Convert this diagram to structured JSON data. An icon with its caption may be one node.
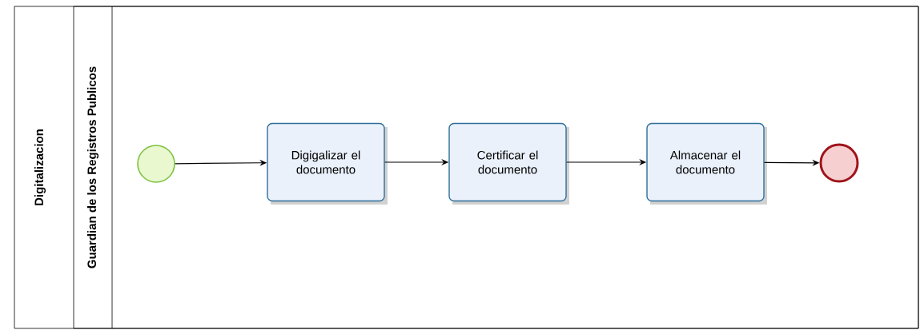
{
  "diagram": {
    "nodes": [
      {
        "text": [
          "Digitalizacion"
        ]
      },
      {
        "text": [
          "Guardian de los Registros Publicos"
        ],
        "in": 0
      },
      {
        "text": [],
        "shape": "circle",
        "in": 1
      },
      {
        "text": [
          "Digigalizar el documento"
        ],
        "in": 1
      },
      {
        "text": [
          "Certificar el documento"
        ],
        "in": 1
      },
      {
        "text": [
          "Almacenar el documento"
        ],
        "in": 1
      },
      {
        "text": [],
        "shape": "circle",
        "in": 1
      }
    ],
    "edges": [
      {
        "from": 2,
        "to": 3,
        "arrow": "to"
      },
      {
        "from": 3,
        "to": 4,
        "arrow": "to"
      },
      {
        "from": 4,
        "to": 5,
        "arrow": "to"
      },
      {
        "from": 5,
        "to": 6,
        "arrow": "to"
      }
    ]
  }
}
